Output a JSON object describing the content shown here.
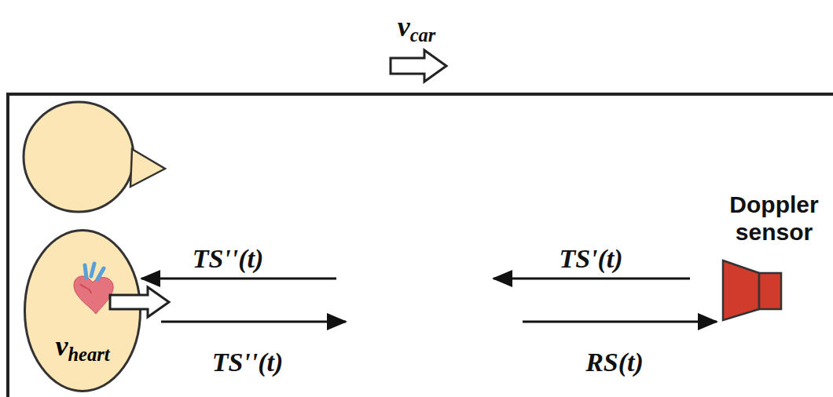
{
  "diagram": {
    "nodes": [
      {
        "text": [
          "vheart"
        ]
      }
    ],
    "labels": [
      "vcar",
      "TS''(t)",
      "TS''(t)",
      "TS'(t)",
      "RS(t)",
      "Doppler sensor"
    ]
  }
}
